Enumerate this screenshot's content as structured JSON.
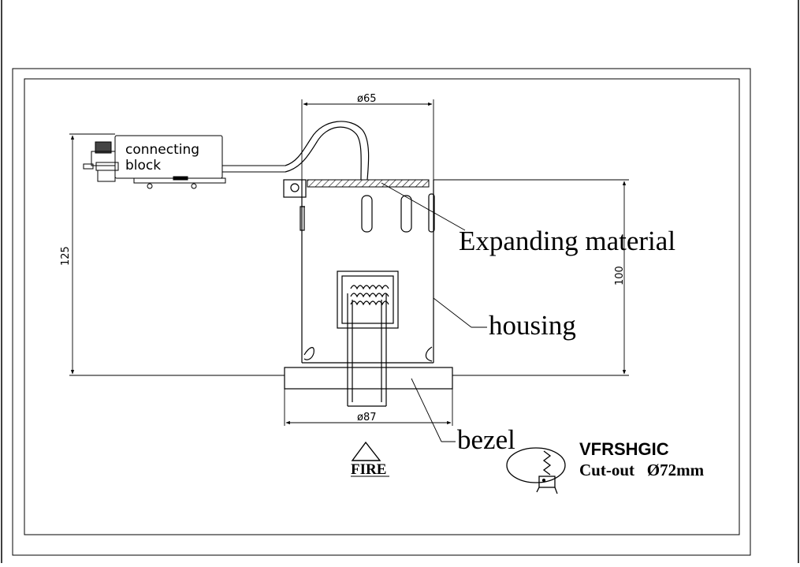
{
  "dimensions": {
    "width_top": "ø65",
    "width_bottom": "ø87",
    "height_left": "125",
    "height_right": "100"
  },
  "labels": {
    "connecting_block_line1": "connecting",
    "connecting_block_line2": "block",
    "expanding_material": "Expanding material",
    "housing": "housing",
    "bezel": "bezel",
    "fire": "FIRE"
  },
  "product": {
    "model": "VFRSHGIC",
    "cutout": "Cut-out   Ø72mm"
  },
  "colors": {
    "line": "#000000",
    "hatch": "#000000",
    "background": "#ffffff"
  }
}
